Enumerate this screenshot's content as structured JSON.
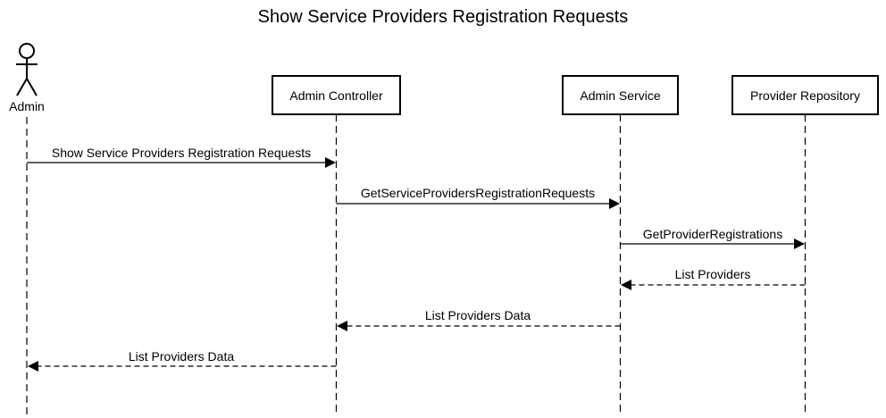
{
  "title": "Show Service Providers Registration Requests",
  "actor": {
    "label": "Admin"
  },
  "participants": [
    {
      "label": "Admin Controller"
    },
    {
      "label": "Admin Service"
    },
    {
      "label": "Provider Repository"
    }
  ],
  "messages": [
    {
      "label": "Show Service Providers Registration Requests",
      "from": "Admin",
      "to": "Admin Controller",
      "type": "sync"
    },
    {
      "label": "GetServiceProvidersRegistrationRequests",
      "from": "Admin Controller",
      "to": "Admin Service",
      "type": "sync"
    },
    {
      "label": "GetProviderRegistrations",
      "from": "Admin Service",
      "to": "Provider Repository",
      "type": "sync"
    },
    {
      "label": "List Providers",
      "from": "Provider Repository",
      "to": "Admin Service",
      "type": "return"
    },
    {
      "label": "List Providers Data",
      "from": "Admin Service",
      "to": "Admin Controller",
      "type": "return"
    },
    {
      "label": "List Providers Data",
      "from": "Admin Controller",
      "to": "Admin",
      "type": "return"
    }
  ],
  "colors": {
    "line": "#000000",
    "background": "#ffffff"
  }
}
